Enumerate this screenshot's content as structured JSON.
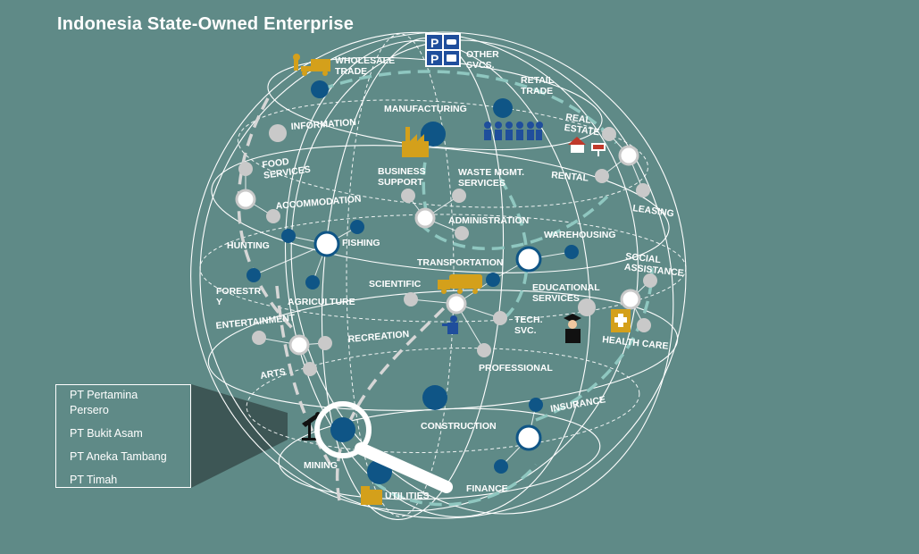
{
  "title": "Indonesia State-Owned Enterprise",
  "colors": {
    "background": "#5f8a87",
    "dark_node": "#0f5586",
    "gray_node": "#c7c7c7",
    "icon_gold": "#d4a01b",
    "icon_blue": "#1f4e9c"
  },
  "sectors": {
    "wholesale_trade": "WHOLESALE TRADE",
    "other_svcs": "OTHER SVCS.",
    "retail_trade": "RETAIL TRADE",
    "manufacturing": "MANUFACTURING",
    "information": "INFORMATION",
    "real_estate": "REAL ESTATE",
    "rental": "RENTAL",
    "food_services": "FOOD SERVICES",
    "business_support": "BUSINESS SUPPORT",
    "waste_mgmt": "WASTE MGMT. SERVICES",
    "accommodation": "ACCOMMODATION",
    "administration": "ADMINISTRATION",
    "leasing": "LEASING",
    "hunting": "HUNTING",
    "fishing": "FISHING",
    "warehousing": "WAREHOUSING",
    "transportation": "TRANSPORTATION",
    "social_assistance": "SOCIAL ASSISTANCE",
    "forestry": "FORESTRY",
    "agriculture": "AGRICULTURE",
    "scientific": "SCIENTIFIC",
    "educational_services": "EDUCATIONAL SERVICES",
    "entertainment": "ENTERTAINMENT",
    "tech_svc": "TECH. SVC.",
    "health_care": "HEALTH CARE",
    "recreation": "RECREATION",
    "professional": "PROFESSIONAL",
    "arts": "ARTS",
    "insurance": "INSURANCE",
    "construction": "CONSTRUCTION",
    "mining": "MINING",
    "utilities": "UTILITIES",
    "finance": "FINANCE"
  },
  "companies": [
    "PT Pertamina Persero",
    "PT Bukit Asam",
    "PT Aneka Tambang",
    "PT Timah"
  ]
}
